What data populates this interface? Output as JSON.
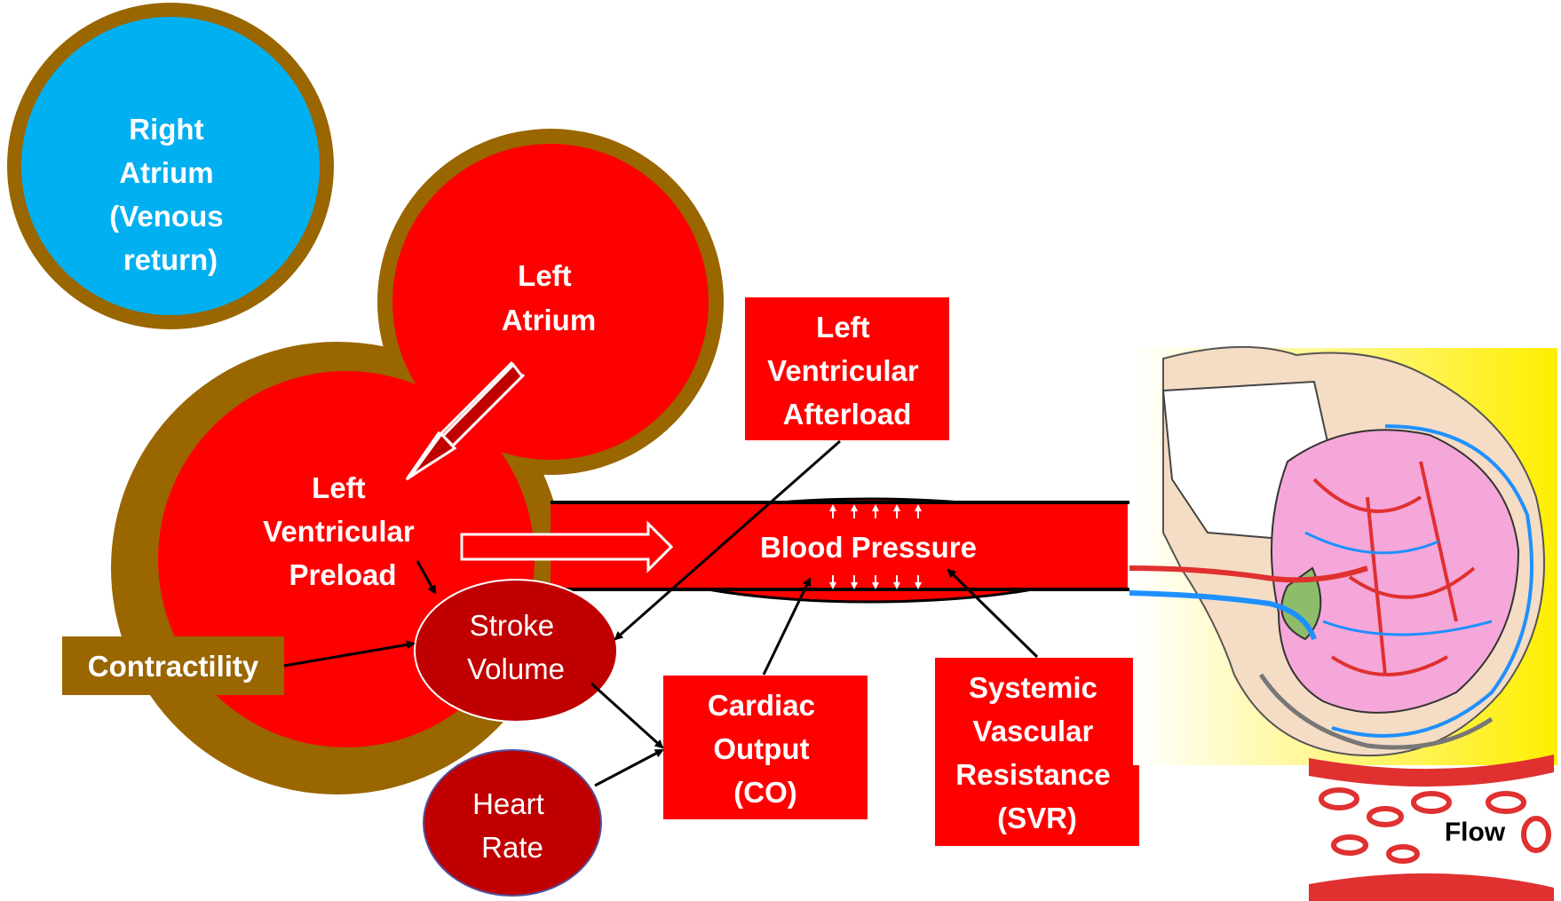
{
  "diagram": {
    "right_atrium": [
      "Right",
      "Atrium",
      "(Venous",
      "return)"
    ],
    "left_atrium": [
      "Left",
      "Atrium"
    ],
    "lv_preload": [
      "Left",
      "Ventricular",
      "Preload"
    ],
    "lv_afterload": [
      "Left",
      "Ventricular",
      "Afterload"
    ],
    "blood_pressure": "Blood Pressure",
    "stroke_volume": [
      "Stroke",
      "Volume"
    ],
    "contractility": "Contractility",
    "cardiac_output": [
      "Cardiac",
      "Output",
      "(CO)"
    ],
    "svr": [
      "Systemic",
      "Vascular",
      "Resistance",
      "(SVR)"
    ],
    "heart_rate": [
      "Heart",
      "Rate"
    ],
    "flow": "Flow"
  },
  "colors": {
    "red": "#ff0000",
    "dark_red": "#c00000",
    "brown": "#996600",
    "blue": "#00b0f0",
    "white": "#ffffff"
  }
}
